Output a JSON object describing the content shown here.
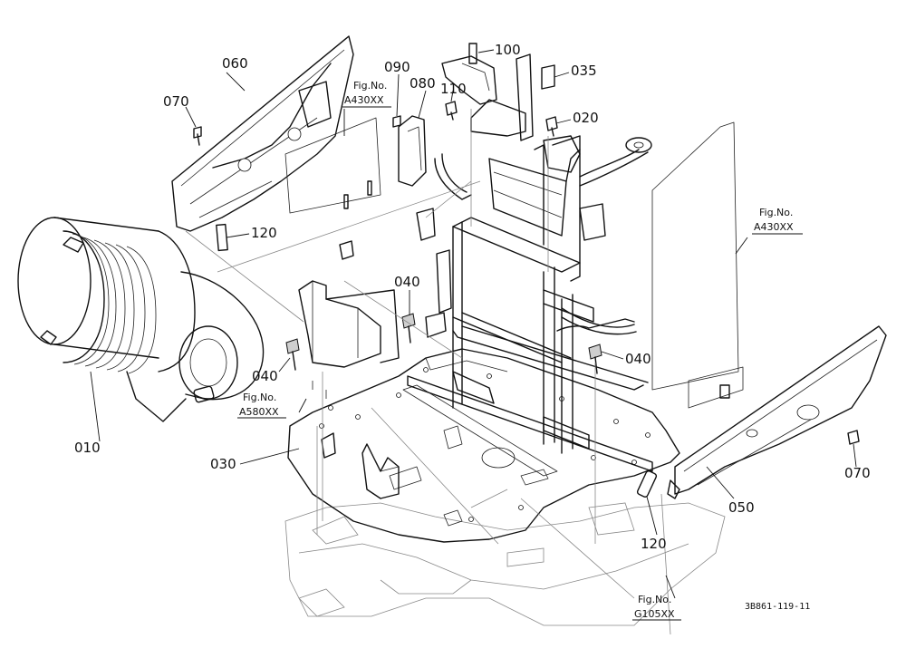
{
  "parts": {
    "p010": "010",
    "p020": "020",
    "p030": "030",
    "p035": "035",
    "p040a": "040",
    "p040b": "040",
    "p040c": "040",
    "p050": "050",
    "p060": "060",
    "p070a": "070",
    "p070b": "070",
    "p080": "080",
    "p090": "090",
    "p100": "100",
    "p110": "110",
    "p120a": "120",
    "p120b": "120"
  },
  "figrefs": {
    "fig_label": "Fig.No.",
    "a430_top": "A430XX",
    "a430_right": "A430XX",
    "a580": "A580XX",
    "g105": "G105XX"
  },
  "drawing_code": "3B861-119-11"
}
